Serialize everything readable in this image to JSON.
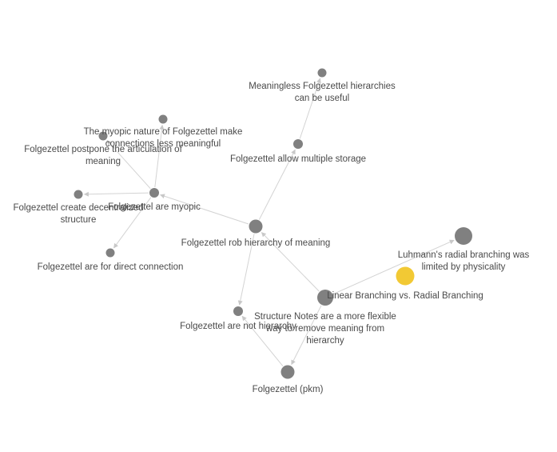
{
  "graph": {
    "colors": {
      "node": "#808080",
      "node_active": "#f2c934",
      "edge": "#d3d3d3",
      "label": "#4a4a4a",
      "background": "#ffffff"
    },
    "nodes": [
      {
        "id": "n-meaningless",
        "label_lines": [
          "Meaningless Folgezettel hierarchies",
          "can be useful"
        ]
      },
      {
        "id": "n-myopic-nature",
        "label_lines": [
          "The myopic nature of Folgezettel make",
          "connections less meaningful"
        ]
      },
      {
        "id": "n-postpone",
        "label_lines": [
          "Folgezettel postpone the articulation of",
          "meaning"
        ]
      },
      {
        "id": "n-allow-storage",
        "label_lines": [
          "Folgezettel allow multiple storage"
        ]
      },
      {
        "id": "n-create-decentralized",
        "label_lines": [
          "Folgezettel create decentralized",
          "structure"
        ]
      },
      {
        "id": "n-are-myopic",
        "label_lines": [
          "Folgezettel are myopic"
        ]
      },
      {
        "id": "n-rob-hierarchy",
        "label_lines": [
          "Folgezettel rob hierarchy of meaning"
        ]
      },
      {
        "id": "n-direct-connection",
        "label_lines": [
          "Folgezettel are for direct connection"
        ]
      },
      {
        "id": "n-luhmann-radial",
        "label_lines": [
          "Luhmann's radial branching was",
          "limited by physicality"
        ]
      },
      {
        "id": "n-linear-radial",
        "label_lines": [
          "Linear Branching vs. Radial Branching"
        ]
      },
      {
        "id": "n-active",
        "label_lines": []
      },
      {
        "id": "n-not-hierarchy",
        "label_lines": [
          "Folgezettel are not hierarchy"
        ]
      },
      {
        "id": "n-structure-notes",
        "label_lines": [
          "Structure Notes are a more flexible",
          "way to remove meaning from",
          "hierarchy"
        ]
      },
      {
        "id": "n-folgezettel-pkm",
        "label_lines": [
          "Folgezettel (pkm)"
        ]
      }
    ],
    "edges": [
      {
        "from": "n-allow-storage",
        "to": "n-meaningless"
      },
      {
        "from": "n-rob-hierarchy",
        "to": "n-allow-storage"
      },
      {
        "from": "n-rob-hierarchy",
        "to": "n-are-myopic"
      },
      {
        "from": "n-are-myopic",
        "to": "n-myopic-nature"
      },
      {
        "from": "n-are-myopic",
        "to": "n-postpone"
      },
      {
        "from": "n-are-myopic",
        "to": "n-create-decentralized"
      },
      {
        "from": "n-are-myopic",
        "to": "n-direct-connection"
      },
      {
        "from": "n-rob-hierarchy",
        "to": "n-not-hierarchy"
      },
      {
        "from": "n-linear-radial",
        "to": "n-rob-hierarchy"
      },
      {
        "from": "n-linear-radial",
        "to": "n-luhmann-radial"
      },
      {
        "from": "n-linear-radial",
        "to": "n-folgezettel-pkm"
      },
      {
        "from": "n-folgezettel-pkm",
        "to": "n-not-hierarchy"
      }
    ]
  }
}
